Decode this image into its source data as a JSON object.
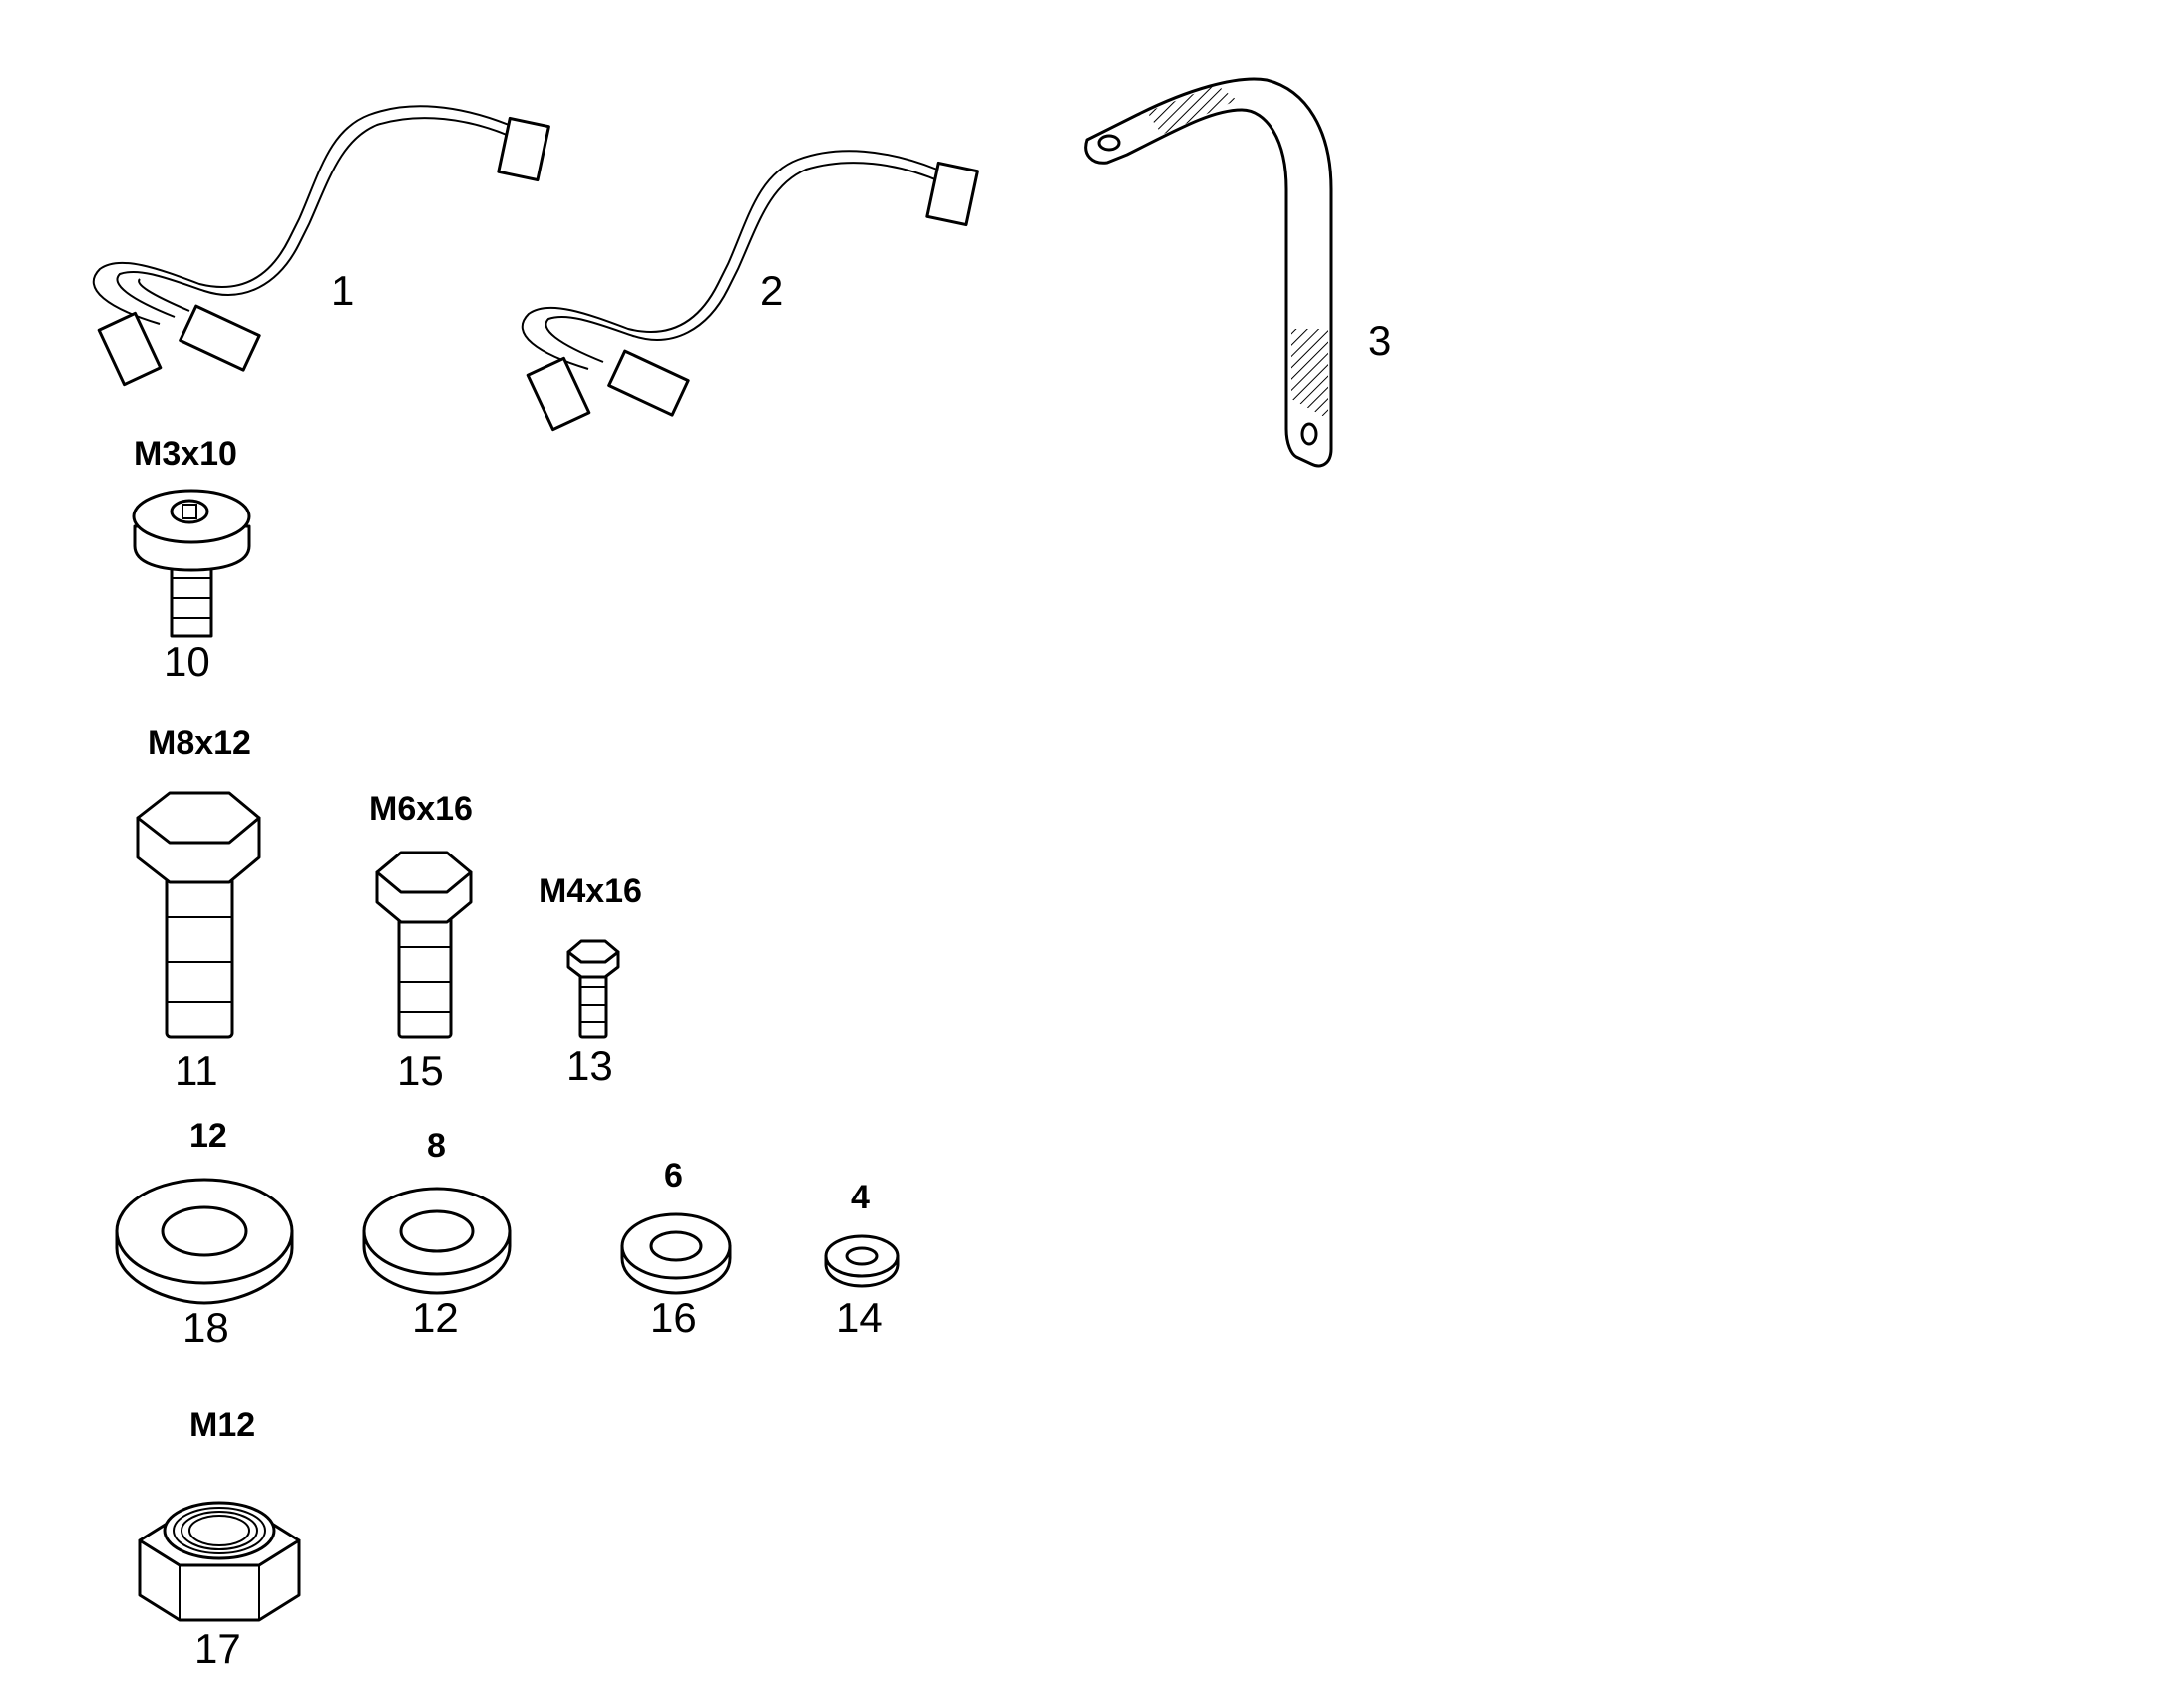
{
  "parts": {
    "harness_1": {
      "number": "1"
    },
    "harness_2": {
      "number": "2"
    },
    "bracket_3": {
      "number": "3"
    },
    "screw_10": {
      "number": "10",
      "spec": "M3x10"
    },
    "bolt_11": {
      "number": "11",
      "spec": "M8x12"
    },
    "bolt_15": {
      "number": "15",
      "spec": "M6x16"
    },
    "bolt_13": {
      "number": "13",
      "spec": "M4x16"
    },
    "washer_18": {
      "number": "18",
      "spec": "12"
    },
    "washer_12": {
      "number": "12",
      "spec": "8"
    },
    "washer_16": {
      "number": "16",
      "spec": "6"
    },
    "washer_14": {
      "number": "14",
      "spec": "4"
    },
    "nut_17": {
      "number": "17",
      "spec": "M12"
    }
  }
}
